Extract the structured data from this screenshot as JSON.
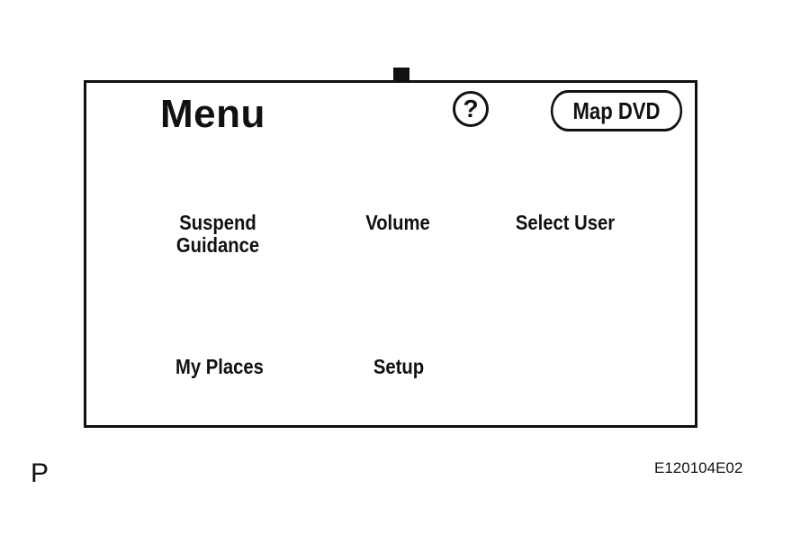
{
  "menu": {
    "title": "Menu",
    "help_label": "?",
    "map_dvd_label": "Map DVD",
    "items": [
      {
        "label_lines": [
          "Suspend",
          "Guidance"
        ],
        "icon": "route-arrow-icon"
      },
      {
        "label_lines": [
          "Volume"
        ],
        "icon": "speaker-icon"
      },
      {
        "label_lines": [
          "Select User"
        ],
        "icon": "user-select-icon"
      },
      {
        "label_lines": [
          "My Places"
        ],
        "icon": "flag-icon"
      },
      {
        "label_lines": [
          "Setup"
        ],
        "icon": "grid-icon"
      }
    ]
  },
  "annotation": {
    "pointer": "arrow-pointing-to-volume"
  },
  "corner_label": "P",
  "figure_id": "E120104E02"
}
